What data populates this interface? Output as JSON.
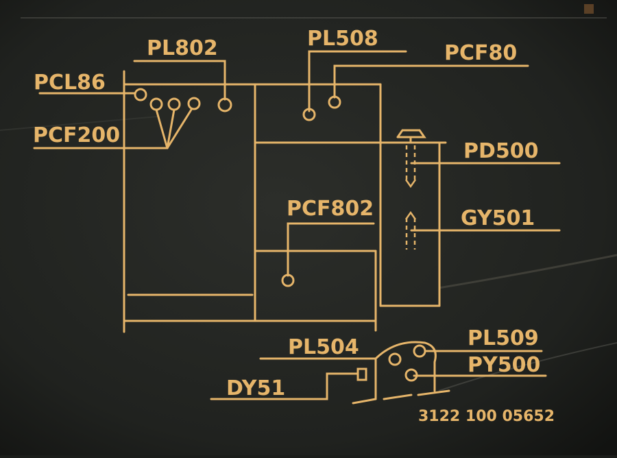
{
  "colors": {
    "ink": "#e6b56a",
    "board": "#262824",
    "board_dark": "#141513"
  },
  "labels": {
    "pcl86": "PCL86",
    "pl802": "PL802",
    "pl508": "PL508",
    "pcf80": "PCF80",
    "pcf200": "PCF200",
    "pd500": "PD500",
    "pcf802": "PCF802",
    "gy501": "GY501",
    "pl504": "PL504",
    "pl509": "PL509",
    "py500": "PY500",
    "dy51": "DY51"
  },
  "part_number": "3122 100 05652"
}
